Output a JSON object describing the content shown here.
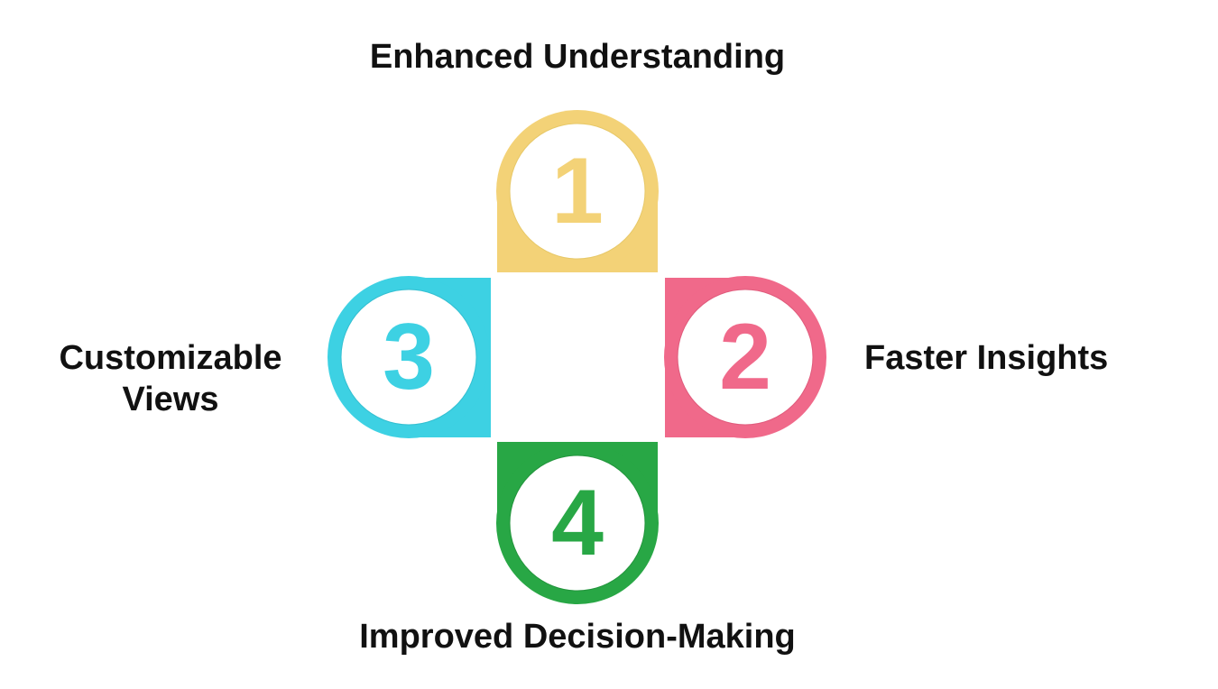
{
  "items": [
    {
      "number": "1",
      "label": "Enhanced Understanding",
      "color": "#F3D277"
    },
    {
      "number": "2",
      "label": "Faster Insights",
      "color": "#F0698A"
    },
    {
      "number": "3",
      "label_lines": [
        "Customizable",
        "Views"
      ],
      "color": "#3DD1E3"
    },
    {
      "number": "4",
      "label": "Improved Decision-Making",
      "color": "#28A745"
    }
  ]
}
